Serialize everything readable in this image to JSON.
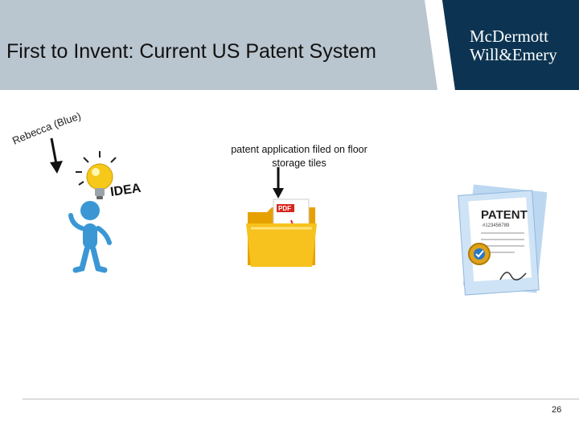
{
  "header": {
    "title": "First to Invent:  Current US Patent System",
    "logo_line1": "McDermott",
    "logo_line2": "Will&Emery",
    "bg_color": "#b9c5cf",
    "logo_bg_color": "#0c3452"
  },
  "annotations": {
    "rebecca_label": "Rebecca (Blue)",
    "filed_caption_line1": "patent application filed on floor",
    "filed_caption_line2": "storage tiles"
  },
  "illustrations": {
    "idea_text": "IDEA",
    "pdf_label": "PDF",
    "patent_title": "PATENT",
    "patent_number": "#123456789"
  },
  "icons": [
    "arrow-down-icon",
    "light-bulb-icon",
    "stick-figure-icon",
    "pdf-folder-icon",
    "patent-certificate-icon"
  ],
  "footer": {
    "page_number": "26"
  }
}
